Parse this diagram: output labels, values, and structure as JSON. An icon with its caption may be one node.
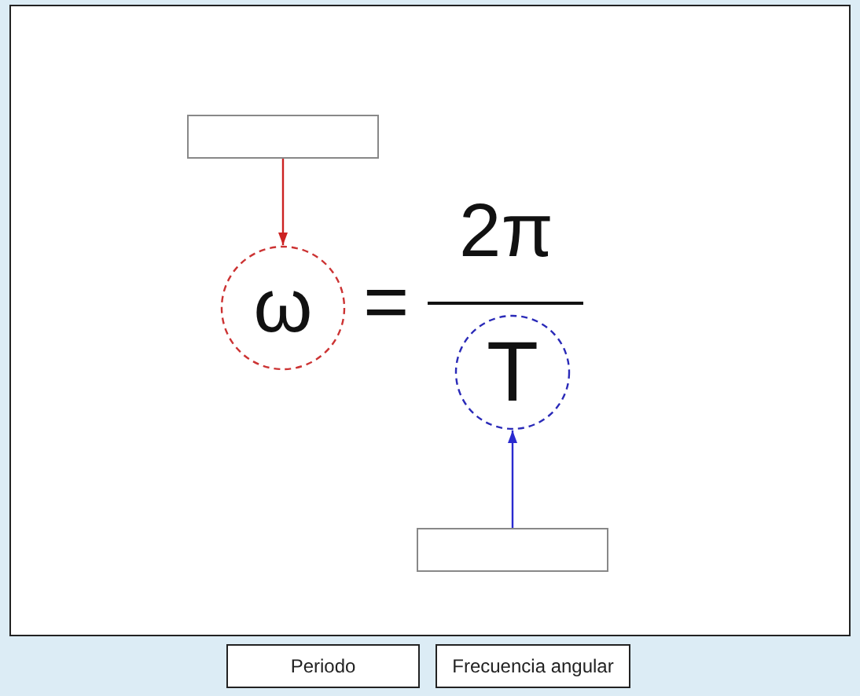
{
  "diagram": {
    "nodes": [
      {
        "text": [],
        "shape": "box"
      },
      {
        "text": [
          "ω"
        ]
      },
      {
        "text": [
          "T"
        ]
      },
      {
        "text": [],
        "shape": "box"
      },
      {
        "text": [
          "Periodo"
        ]
      },
      {
        "text": [
          "Frecuencia angular"
        ]
      }
    ],
    "edges": [
      {
        "from": 0,
        "to": 1,
        "arrow": "to",
        "color": "#cc2222"
      },
      {
        "from": 3,
        "to": 2,
        "arrow": "to",
        "color": "#2a2ad0"
      }
    ],
    "labels": [
      "=",
      "2π"
    ]
  }
}
